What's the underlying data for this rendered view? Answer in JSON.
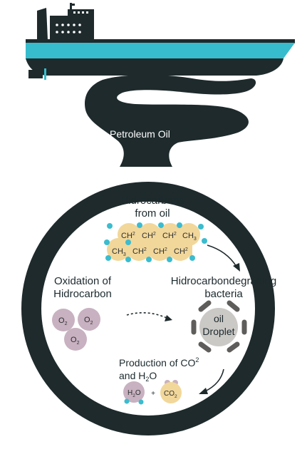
{
  "labels": {
    "petroleum": "Petroleum Oil",
    "hydrocarbons_line1": "Hidrocarbons",
    "hydrocarbons_line2": "from oil",
    "oxidation_line1": "Oxidation of",
    "oxidation_line2": "Hidrocarbon",
    "bacteria_line1": "Hidrocarbondegrading",
    "bacteria_line2": "bacteria",
    "droplet_line1": "oil",
    "droplet_line2": "Droplet",
    "production_line1": "Production of CO",
    "production_sup": "2",
    "production_line2_a": "and H",
    "production_line2_sub": "2",
    "production_line2_b": "O"
  },
  "chain": {
    "top": [
      {
        "main": "CH",
        "script": "2",
        "kind": "sup"
      },
      {
        "main": "CH",
        "script": "2",
        "kind": "sup"
      },
      {
        "main": "CH",
        "script": "2",
        "kind": "sup"
      },
      {
        "main": "CH",
        "script": "3",
        "kind": "sub"
      }
    ],
    "bottom": [
      {
        "main": "CH",
        "script": "3",
        "kind": "sub"
      },
      {
        "main": "CH",
        "script": "2",
        "kind": "sup"
      },
      {
        "main": "CH",
        "script": "2",
        "kind": "sup"
      },
      {
        "main": "CH",
        "script": "2",
        "kind": "sup"
      }
    ]
  },
  "oxygen": {
    "main": "O",
    "sub": "2"
  },
  "products": {
    "water": {
      "main": "H",
      "sub": "2",
      "tail": "O"
    },
    "plus": "+",
    "co2": {
      "main": "CO",
      "sub": "2"
    }
  },
  "colors": {
    "ship_hull": "#36bccd",
    "dark": "#1e2a2c",
    "oil_chain": "#f2d79a",
    "molecule_dot": "#3bbccf",
    "oxygen": "#c8b1c0",
    "droplet": "#cbc9c6",
    "droplet_ring": "#5f5d5b"
  }
}
